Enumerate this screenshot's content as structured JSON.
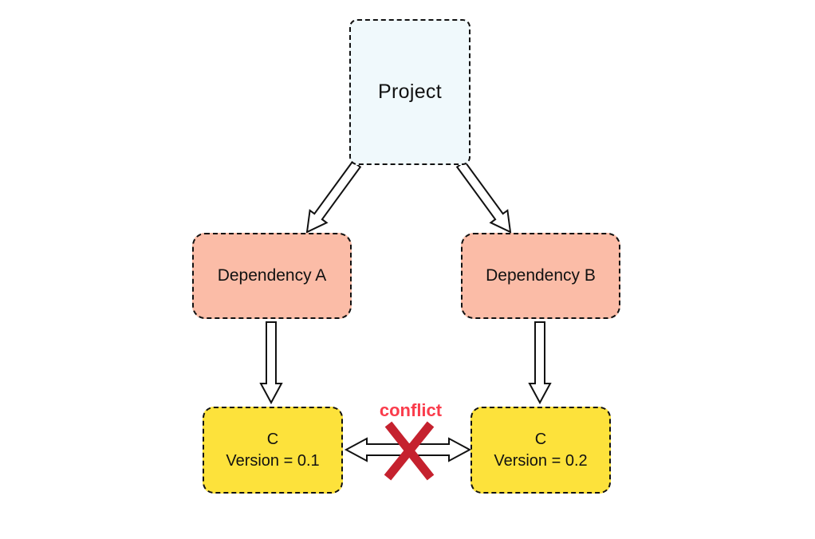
{
  "diagram": {
    "type": "dependency-graph",
    "nodes": {
      "project": {
        "label": "Project",
        "fill": "#F0F9FC"
      },
      "dependency_a": {
        "label": "Dependency A",
        "fill": "#FBBCA7"
      },
      "dependency_b": {
        "label": "Dependency B",
        "fill": "#FBBCA7"
      },
      "c_v01": {
        "label": "C",
        "sublabel": "Version = 0.1",
        "fill": "#FDE23B"
      },
      "c_v02": {
        "label": "C",
        "sublabel": "Version = 0.2",
        "fill": "#FDE23B"
      }
    },
    "edges": [
      {
        "from": "project",
        "to": "dependency_a",
        "style": "hollow-arrow"
      },
      {
        "from": "project",
        "to": "dependency_b",
        "style": "hollow-arrow"
      },
      {
        "from": "dependency_a",
        "to": "c_v01",
        "style": "hollow-arrow"
      },
      {
        "from": "dependency_b",
        "to": "c_v02",
        "style": "hollow-arrow"
      },
      {
        "from": "c_v01",
        "to": "c_v02",
        "style": "hollow-arrow",
        "bidirectional": true,
        "status": "conflict"
      }
    ],
    "conflict": {
      "label": "conflict",
      "label_color": "#FA3C4C",
      "x_mark_color": "#C5212E"
    },
    "colors": {
      "background": "#FFFFFF",
      "border": "#111111",
      "arrow_fill": "#FFFFFF"
    }
  }
}
